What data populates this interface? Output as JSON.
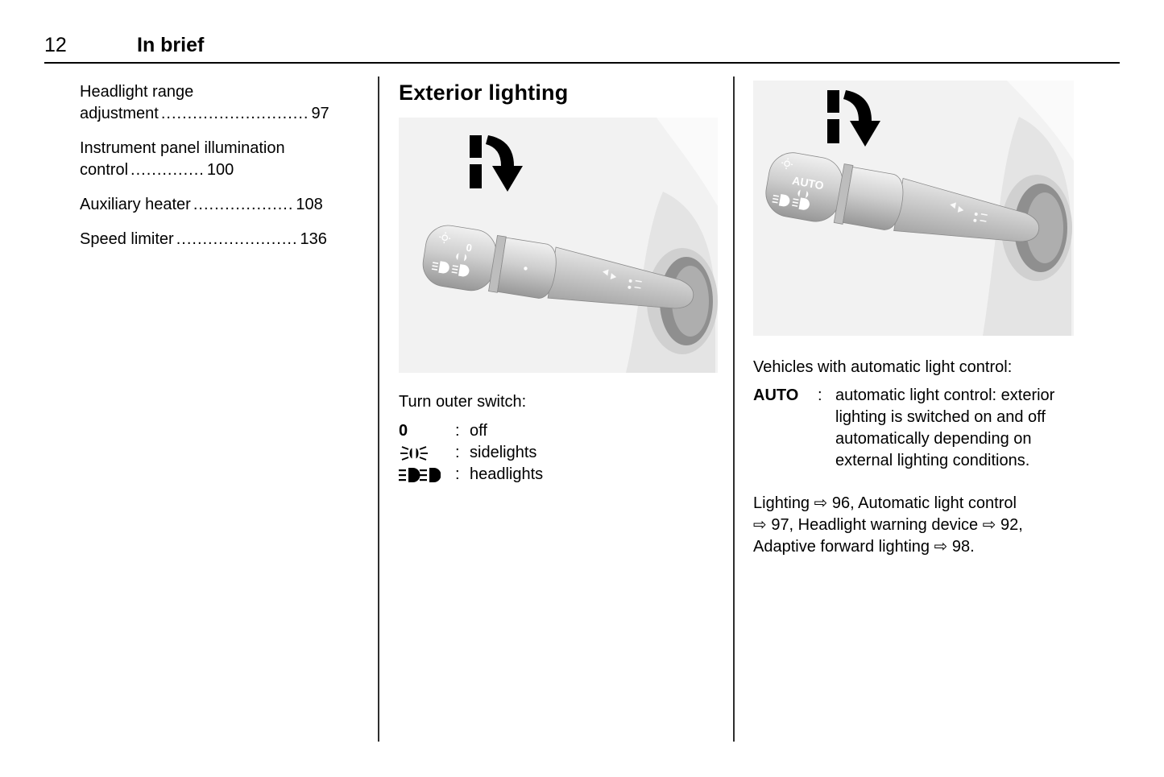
{
  "header": {
    "page_number": "12",
    "section_title": "In brief"
  },
  "toc": {
    "items": [
      {
        "label": "Headlight range adjustment",
        "leader": "............................",
        "page": "97"
      },
      {
        "label": "Instrument panel illumination control",
        "leader": "..............",
        "page": "100"
      },
      {
        "label": "Auxiliary heater",
        "leader": "...................",
        "page": "108"
      },
      {
        "label": "Speed limiter",
        "leader": ".......................",
        "page": "136"
      }
    ]
  },
  "center": {
    "heading": "Exterior lighting",
    "illustration": {
      "knob_zero": "0",
      "rotate_arrow": "rotate-arrow-icon"
    },
    "intro": "Turn outer switch:",
    "switch_positions": [
      {
        "symbol": "0",
        "colon": ":",
        "label": "off",
        "icon": ""
      },
      {
        "symbol": "",
        "colon": ":",
        "label": "sidelights",
        "icon": "sidelights-icon"
      },
      {
        "symbol": "",
        "colon": ":",
        "label": "headlights",
        "icon": "headlights-icon"
      }
    ]
  },
  "right": {
    "illustration": {
      "auto_label": "AUTO",
      "rotate_arrow": "rotate-arrow-icon"
    },
    "intro": "Vehicles with automatic light control:",
    "auto_definition": {
      "term": "AUTO",
      "colon": ":",
      "description": "automatic light control: exterior lighting is switched on and off automatically depending on external lighting conditions."
    },
    "references": "Lighting ⇨ 96, Automatic light control ⇨ 97, Headlight warning device ⇨ 92, Adaptive forward lighting ⇨ 98."
  }
}
